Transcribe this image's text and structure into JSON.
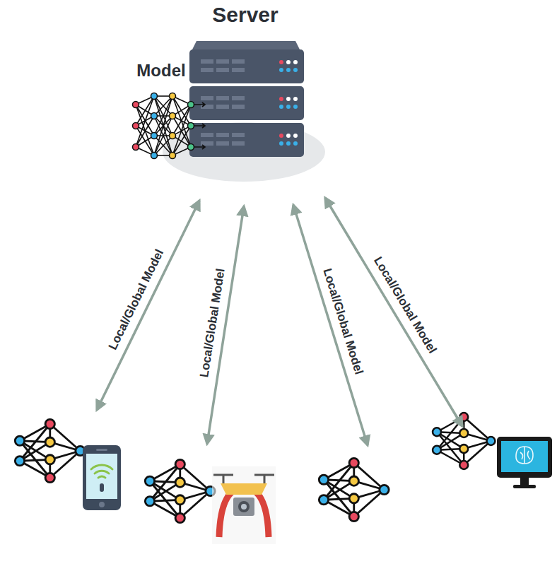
{
  "diagram": {
    "nodes": [
      {
        "text": [
          "Server",
          "Model"
        ]
      }
    ],
    "labels": [
      "Local/Global Model",
      "Local/Global Model",
      "Local/Global Model",
      "Local/Global Model"
    ]
  }
}
